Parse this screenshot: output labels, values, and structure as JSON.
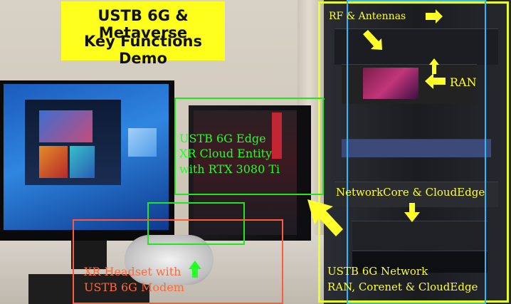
{
  "title": {
    "line1": "USTB 6G  & Metaverse",
    "line2": "Key Functions Demo"
  },
  "labels": {
    "rf_antennas": "RF & Antennas",
    "ran": "RAN",
    "edge_line1": "USTB 6G Edge",
    "edge_line2": "XR Cloud Entity",
    "edge_line3": "with RTX 3080 Ti",
    "networkcore": "NetworkCore & CloudEdge",
    "headset_line1": "XR Headset with",
    "headset_line2": "USTB 6G Modem",
    "network_line1": "USTB 6G Network",
    "network_line2": "RAN, Corenet & CloudEdge"
  },
  "colors": {
    "title_bg": "#ffff1e",
    "label_yellow": "#ffff2a",
    "label_green": "#22ff22",
    "label_orange": "#ff6a3a",
    "box_green": "#22e622",
    "box_orange": "#ff5a3a",
    "box_cyan": "#2bb8ff",
    "box_yellow": "#e9ff2a"
  }
}
